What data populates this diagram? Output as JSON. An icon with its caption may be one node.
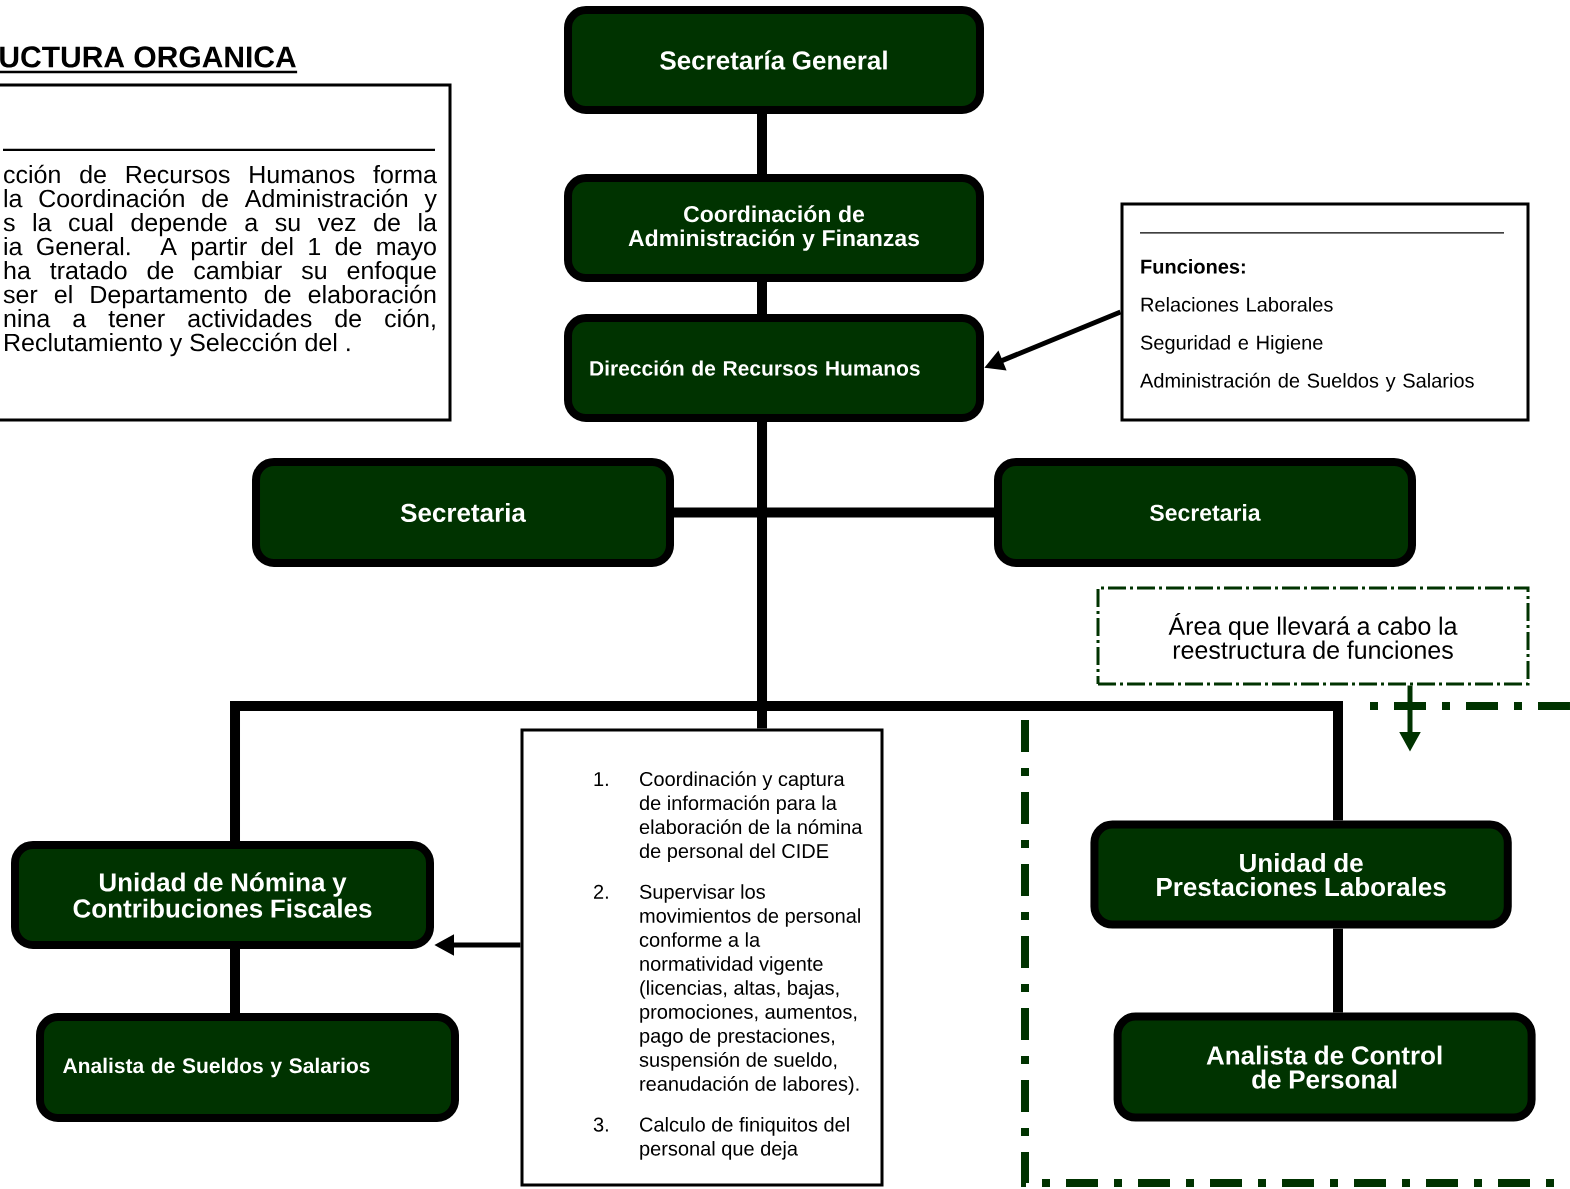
{
  "diagram": {
    "title": "UCTURA ORGANICA",
    "nodes": [
      {
        "text": [
          "Secretaría General"
        ]
      },
      {
        "text": [
          "Coordinación de Administración y Finanzas"
        ]
      },
      {
        "text": [
          "Dirección de Recursos Humanos"
        ]
      },
      {
        "text": [
          "Secretaria"
        ]
      },
      {
        "text": [
          "Secretaria"
        ]
      },
      {
        "text": [
          "Funciones:",
          "Relaciones Laborales",
          "Seguridad e Higiene",
          "Administración de Sueldos y Salarios"
        ]
      },
      {
        "text": [
          "cción de Recursos Humanos forma la Coordinación de Administración y s la cual depende a su vez de la ia General. A partir del 1 de mayo ha tratado de cambiar su enfoque ser el Departamento de elaboración nina a tener actividades de ción, Reclutamiento y Selección del ."
        ]
      },
      {
        "text": [
          "Área que llevará a cabo la reestructura de funciones"
        ]
      },
      {
        "text": [],
        "shape": "box"
      },
      {
        "text": [
          "Unidad de Nómina y Contribuciones Fiscales"
        ]
      },
      {
        "text": [
          "Analista de Sueldos y Salarios"
        ]
      },
      {
        "text": [
          "1.",
          "Coordinación y captura de información para la elaboración de la nómina de personal del CIDE",
          "2.",
          "Supervisar los movimientos de personal conforme a la normatividad vigente (licencias, altas, bajas, promociones, aumentos, pago de prestaciones, suspensión de sueldo, reanudación de labores).",
          "3.",
          "Calculo de finiquitos del personal que deja"
        ]
      },
      {
        "text": [
          "Unidad de Prestaciones Laborales"
        ],
        "in": 8
      },
      {
        "text": [
          "Analista de Control de Personal"
        ],
        "in": 8
      }
    ],
    "edges": [
      {
        "from": 0,
        "to": 1,
        "arrow": "none"
      },
      {
        "from": 1,
        "to": 2,
        "arrow": "none"
      },
      {
        "from": 2,
        "to": 3,
        "arrow": "none"
      },
      {
        "from": 2,
        "to": 4,
        "arrow": "none"
      },
      {
        "from": 2,
        "to": 9,
        "arrow": "none"
      },
      {
        "from": 2,
        "to": 11,
        "arrow": "none"
      },
      {
        "from": 2,
        "to": 12,
        "arrow": "none"
      },
      {
        "from": 9,
        "to": 10,
        "arrow": "none"
      },
      {
        "from": 12,
        "to": 13,
        "arrow": "none"
      },
      {
        "from": 5,
        "to": 2,
        "arrow": "to"
      },
      {
        "from": 11,
        "to": 9,
        "arrow": "to"
      },
      {
        "from": 7,
        "to": 8,
        "arrow": "to",
        "color": "#003300"
      }
    ]
  }
}
